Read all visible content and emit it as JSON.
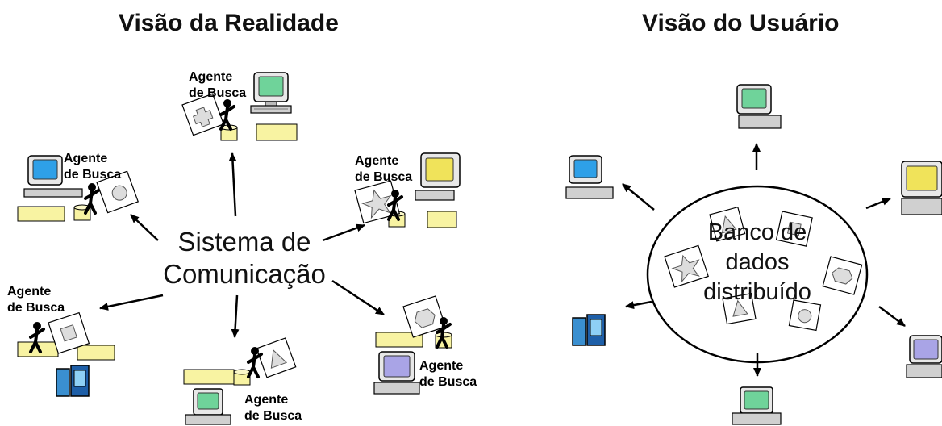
{
  "left": {
    "title": "Visão da Realidade",
    "center_line1": "Sistema de",
    "center_line2": "Comunicação",
    "agents": [
      {
        "line1": "Agente",
        "line2": "de Busca"
      },
      {
        "line1": "Agente",
        "line2": "de Busca"
      },
      {
        "line1": "Agente",
        "line2": "de Busca"
      },
      {
        "line1": "Agente",
        "line2": "de Busca"
      },
      {
        "line1": "Agente",
        "line2": "de Busca"
      },
      {
        "line1": "Agente",
        "line2": "de Busca"
      }
    ]
  },
  "right": {
    "title": "Visão do Usuário",
    "db_line1": "Banco de",
    "db_line2": "dados",
    "db_line3": "distribuído"
  },
  "colors": {
    "screen_blue": "#2ea0e8",
    "screen_green": "#6fd39a",
    "screen_yellow": "#f0e35a",
    "screen_purple": "#a9a4e6",
    "box_yellow": "#f8f3a2",
    "stroke": "#000000"
  },
  "icons": [
    "computer-icon",
    "search-agent-figure-icon",
    "document-shapes-icon",
    "arrow-icon"
  ]
}
